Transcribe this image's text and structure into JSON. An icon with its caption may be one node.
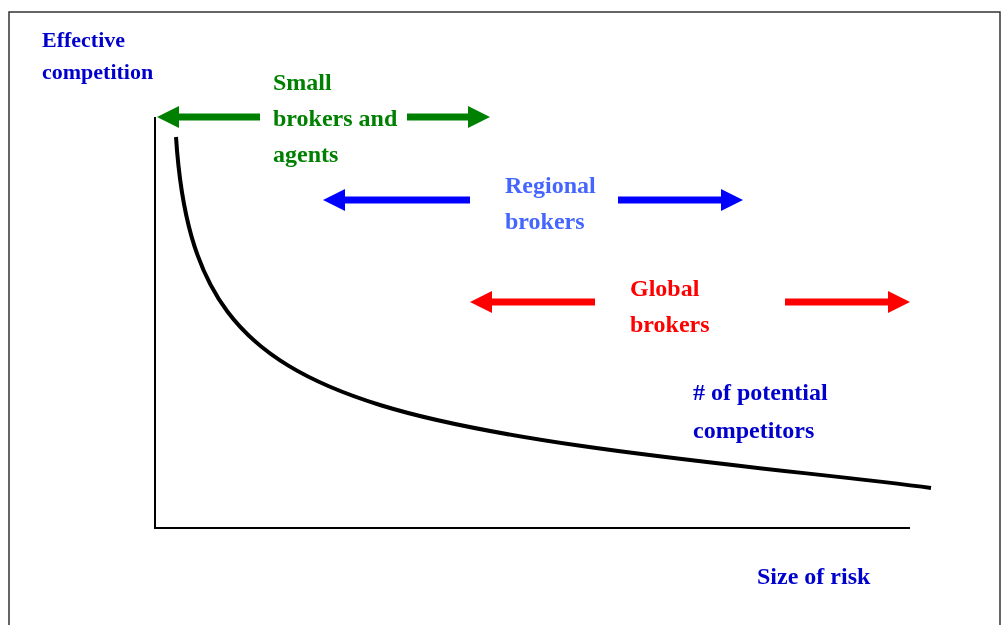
{
  "diagram": {
    "labels": [
      "Effective competition",
      "Small brokers and agents",
      "Regional brokers",
      "Global brokers",
      "# of potential competitors",
      "Size of risk"
    ]
  }
}
